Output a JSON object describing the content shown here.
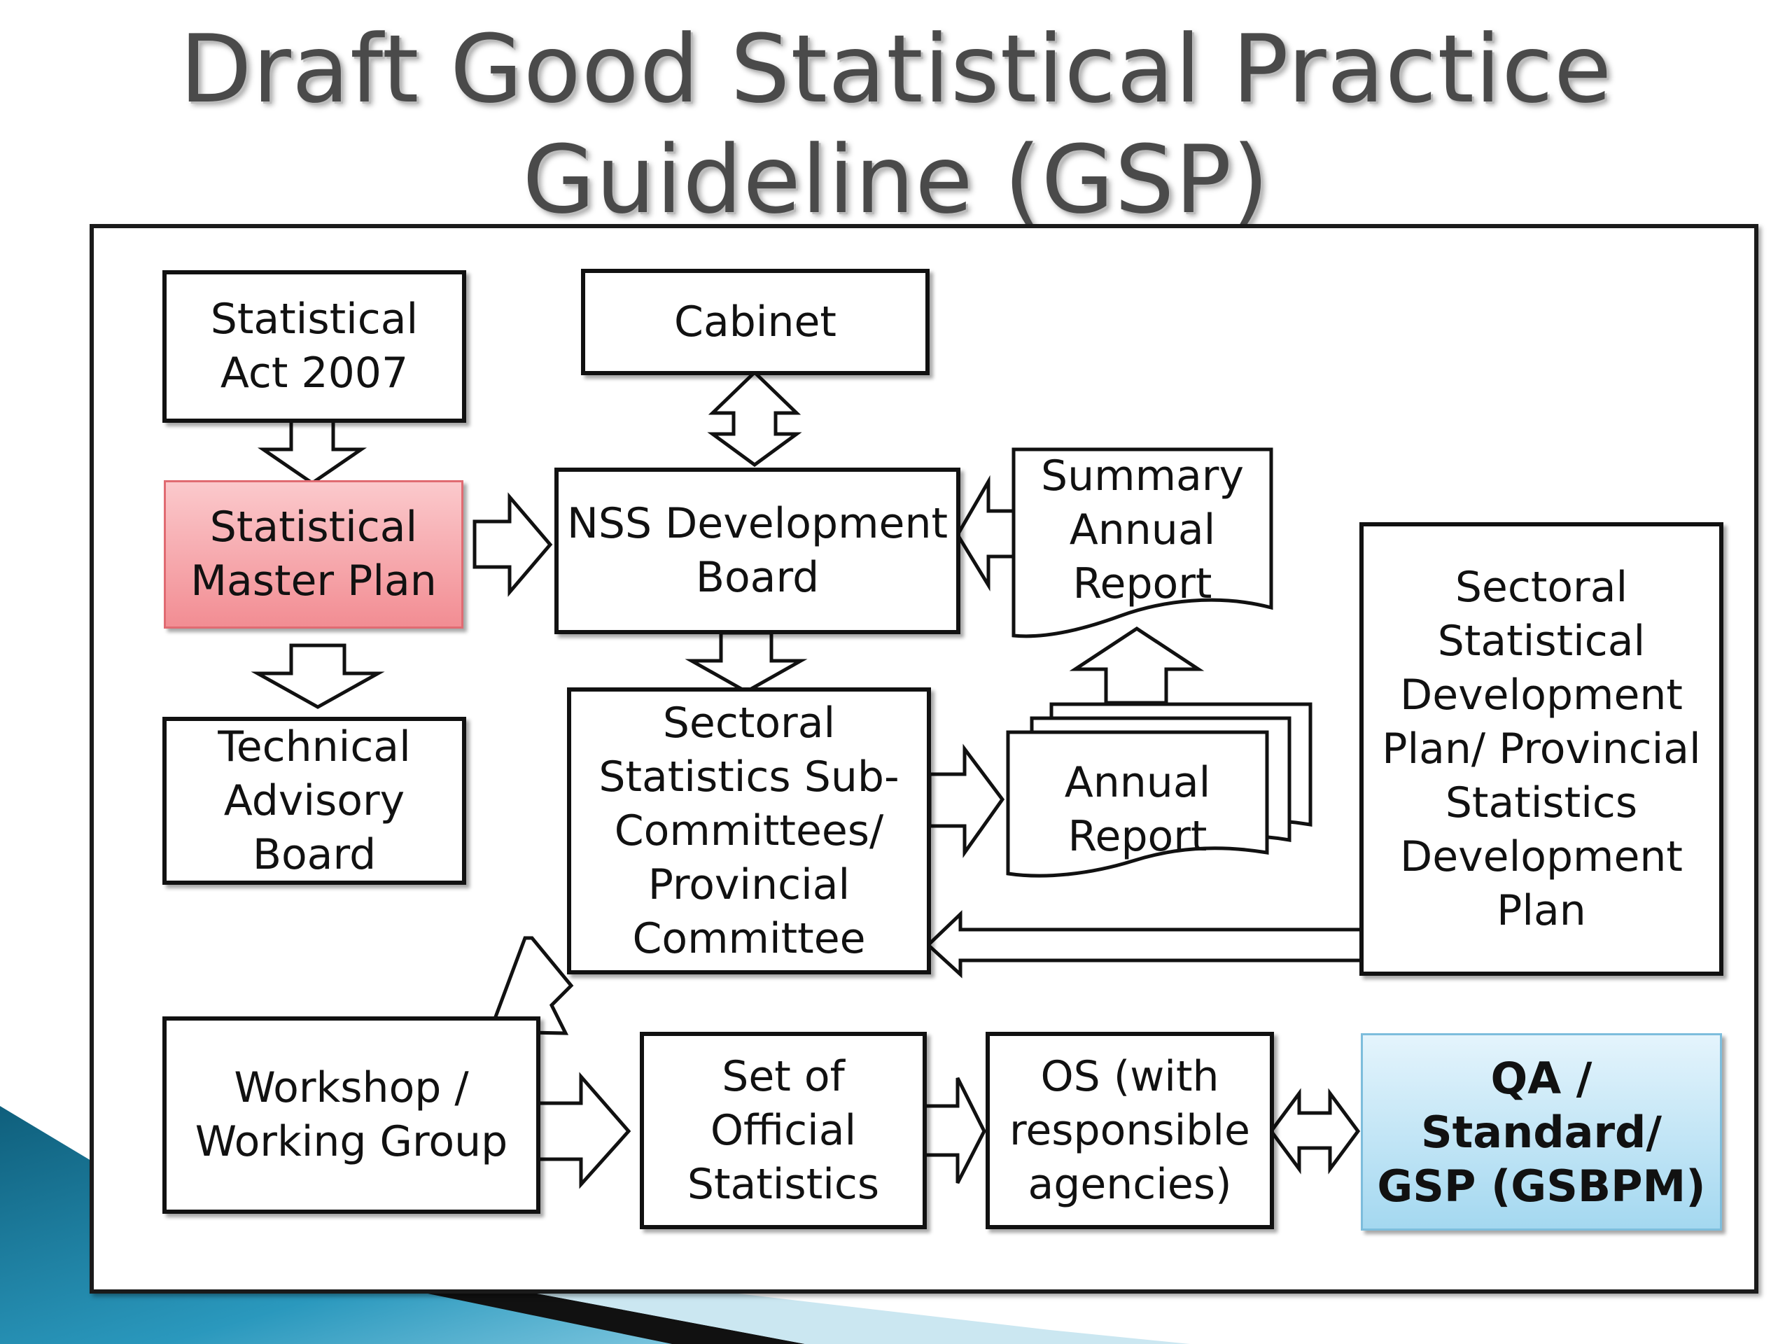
{
  "title": {
    "line1": "Draft Good Statistical Practice",
    "line2": "Guideline (GSP)"
  },
  "nodes": {
    "statistical_act": "Statistical\nAct 2007",
    "cabinet": "Cabinet",
    "master_plan": "Statistical\nMaster Plan",
    "nss_board": "NSS Development\nBoard",
    "summary_report": "Summary\nAnnual\nReport",
    "technical_board": "Technical\nAdvisory\nBoard",
    "sub_committees": "Sectoral\nStatistics Sub-\nCommittees/\nProvincial\nCommittee",
    "annual_report": "Annual\nReport",
    "sectoral_plan": "Sectoral\nStatistical\nDevelopment\nPlan/ Provincial\nStatistics\nDevelopment\nPlan",
    "workshop": "Workshop /\nWorking Group",
    "official_stats": "Set of\nOfficial\nStatistics",
    "os_agencies": "OS (with\nresponsible\nagencies)",
    "qa_standard": "QA /\nStandard/\nGSP (GSBPM)"
  },
  "colors": {
    "title": "#4a4a4a",
    "master_plan_fill": "#f28d93",
    "qa_fill": "#a4d8f0",
    "decor_teal": "#1f7f9e",
    "decor_light": "#9fd3e6"
  }
}
